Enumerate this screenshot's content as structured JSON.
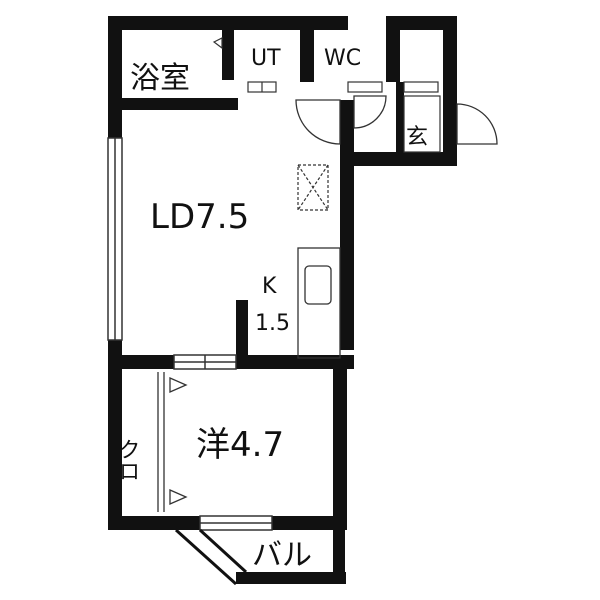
{
  "rooms": {
    "bath": "浴室",
    "ut": "UT",
    "wc": "WC",
    "entrance": "玄",
    "ld_name": "LD",
    "ld_size": "7.5",
    "kitchen_name": "K",
    "kitchen_size": "1.5",
    "western_name": "洋",
    "western_size": "4.7",
    "closet": "クロ",
    "balcony": "バル"
  },
  "colors": {
    "wall": "#111111",
    "line": "#333333",
    "background": "#ffffff"
  }
}
